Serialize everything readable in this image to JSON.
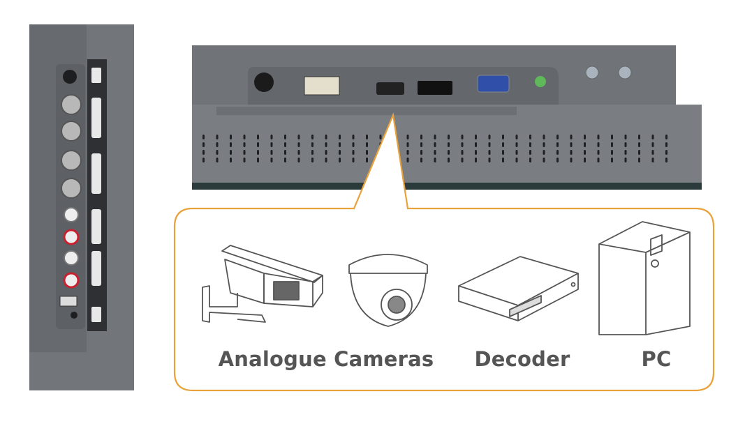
{
  "colors": {
    "accent": "#E9A23B",
    "chassis": "#6b6e72",
    "label_text": "#555555",
    "vga_blue": "#2f4fa8",
    "audio_green": "#5fb85a",
    "rca_red": "#c8202f"
  },
  "ports": {
    "side": [
      "s-video",
      "bnc-in",
      "bnc-out",
      "bnc-in",
      "bnc-out",
      "rca-white",
      "rca-red",
      "rca-white",
      "rca-red",
      "usb"
    ],
    "bottom": [
      "dc-power",
      "dvi",
      "hdmi",
      "displayport",
      "vga",
      "audio-in"
    ]
  },
  "devices": [
    {
      "icon": "bullet-camera-icon",
      "label": "Analogue Cameras"
    },
    {
      "icon": "dome-camera-icon"
    },
    {
      "icon": "decoder-icon",
      "label": "Decoder"
    },
    {
      "icon": "pc-tower-icon",
      "label": "PC"
    }
  ]
}
